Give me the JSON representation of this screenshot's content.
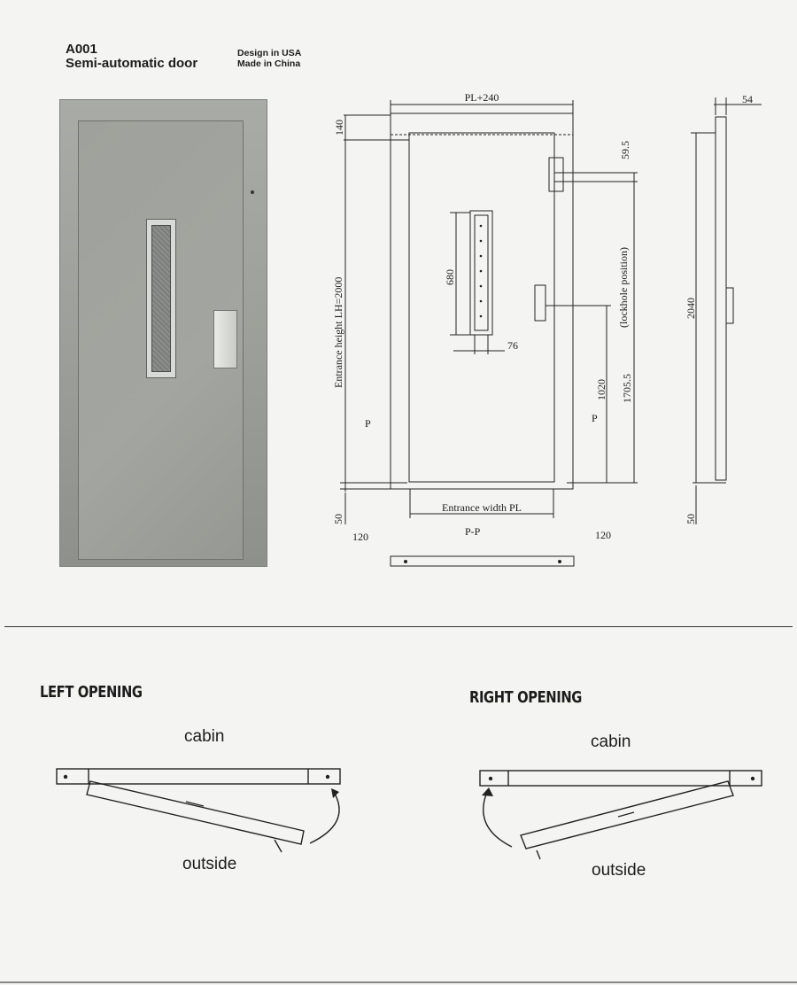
{
  "header": {
    "model": "A001",
    "product": "Semi-automatic door",
    "design_origin": "Design in USA",
    "made_origin": "Made in China"
  },
  "drawing": {
    "top_width": "PL+240",
    "top_offset": "140",
    "height_label": "Entrance height LH=2000",
    "bottom_offset": "50",
    "width_label": "Entrance width PL",
    "window_height": "680",
    "window_width": "76",
    "lock_offset": "59.5",
    "lockhole": "(lockhole position)",
    "handle_height": "1020",
    "lock_height": "1705.5",
    "section_mark": "P",
    "section_label": "P-P",
    "side_left": "120",
    "side_right": "120",
    "side_thickness": "54",
    "side_height": "2040",
    "side_bottom": "50"
  },
  "openings": {
    "left_title": "LEFT OPENING",
    "right_title": "RIGHT OPENING",
    "cabin": "cabin",
    "outside": "outside"
  }
}
